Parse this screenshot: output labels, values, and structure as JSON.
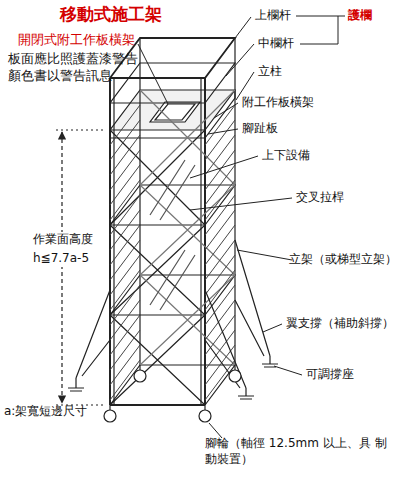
{
  "diagram": {
    "title": "移動式施工架",
    "labels": [
      "開閉式附工作板橫架",
      "板面應比照護蓋漆警告 顏色書以警告訊息",
      "上欄杆",
      "護欄",
      "中欄杆",
      "立柱",
      "附工作板橫架",
      "腳趾板",
      "上下設備",
      "交叉拉桿",
      "作業面高度",
      "h≦7.7a-5",
      "立架（或梯型立架）",
      "翼支撐（補助斜撐）",
      "可調撐座",
      "a:架寬短邊尺寸",
      "腳輪（軸徑 12.5mm 以上、具 制動裝置）"
    ]
  }
}
